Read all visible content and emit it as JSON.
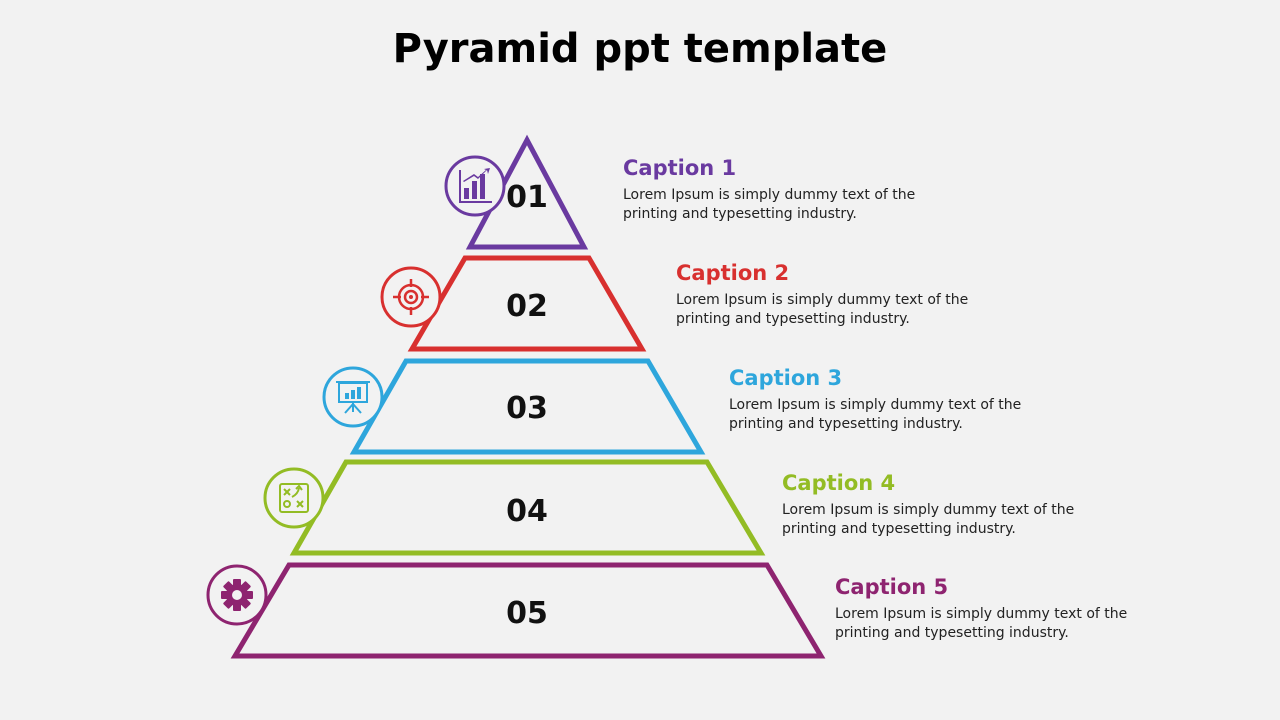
{
  "title": "Pyramid ppt template",
  "levels": [
    {
      "number": "01",
      "caption": "Caption 1",
      "text": "Lorem Ipsum is simply dummy text of the printing and typesetting industry.",
      "color": "#6a3aa0",
      "icon": "bar-chart-growth-icon"
    },
    {
      "number": "02",
      "caption": "Caption 2",
      "text": "Lorem Ipsum is simply dummy text of the printing and typesetting industry.",
      "color": "#d8302f",
      "icon": "target-icon"
    },
    {
      "number": "03",
      "caption": "Caption 3",
      "text": "Lorem Ipsum is simply dummy text of the printing and typesetting industry.",
      "color": "#2ea6dc",
      "icon": "presentation-board-icon"
    },
    {
      "number": "04",
      "caption": "Caption 4",
      "text": "Lorem Ipsum is simply dummy text of the printing and typesetting industry.",
      "color": "#93bc24",
      "icon": "strategy-plan-icon"
    },
    {
      "number": "05",
      "caption": "Caption 5",
      "text": "Lorem Ipsum is simply dummy text of the printing and typesetting industry.",
      "color": "#8e2470",
      "icon": "gear-icon"
    }
  ]
}
